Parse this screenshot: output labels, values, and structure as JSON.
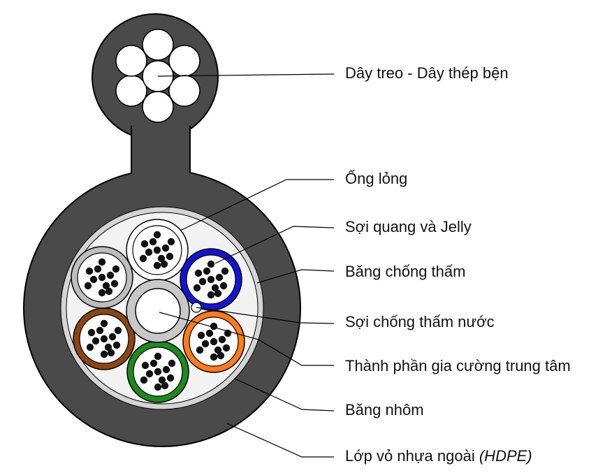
{
  "labels": [
    {
      "id": "messenger",
      "text": "Dây treo - Dây thép bện"
    },
    {
      "id": "loose-tube",
      "text": "Ống lỏng"
    },
    {
      "id": "fiber-jelly",
      "text": "Sợi quang và Jelly"
    },
    {
      "id": "water-block-tape",
      "text": "Băng chống thấm"
    },
    {
      "id": "water-block-yarn",
      "text": "Sợi chống thấm nước"
    },
    {
      "id": "central-strength",
      "text": "Thành phần gia cường trung tâm"
    },
    {
      "id": "aluminum-tape",
      "text": "Băng nhôm"
    },
    {
      "id": "outer-sheath",
      "text": "Lớp vỏ nhựa ngoài",
      "suffix": "(HDPE)"
    }
  ],
  "colors": {
    "sheath": "#4a4a4a",
    "outline": "#000000",
    "tape": "#d4d4d4",
    "inner_fill": "#f2f2f2",
    "tube_white": "#ffffff",
    "tube_blue": "#1414d2",
    "tube_orange": "#ff7a1a",
    "tube_green": "#1d8a1d",
    "tube_brown": "#8b4513",
    "tube_grey": "#bdbdbd",
    "strength_member": "#c8c8c8"
  }
}
